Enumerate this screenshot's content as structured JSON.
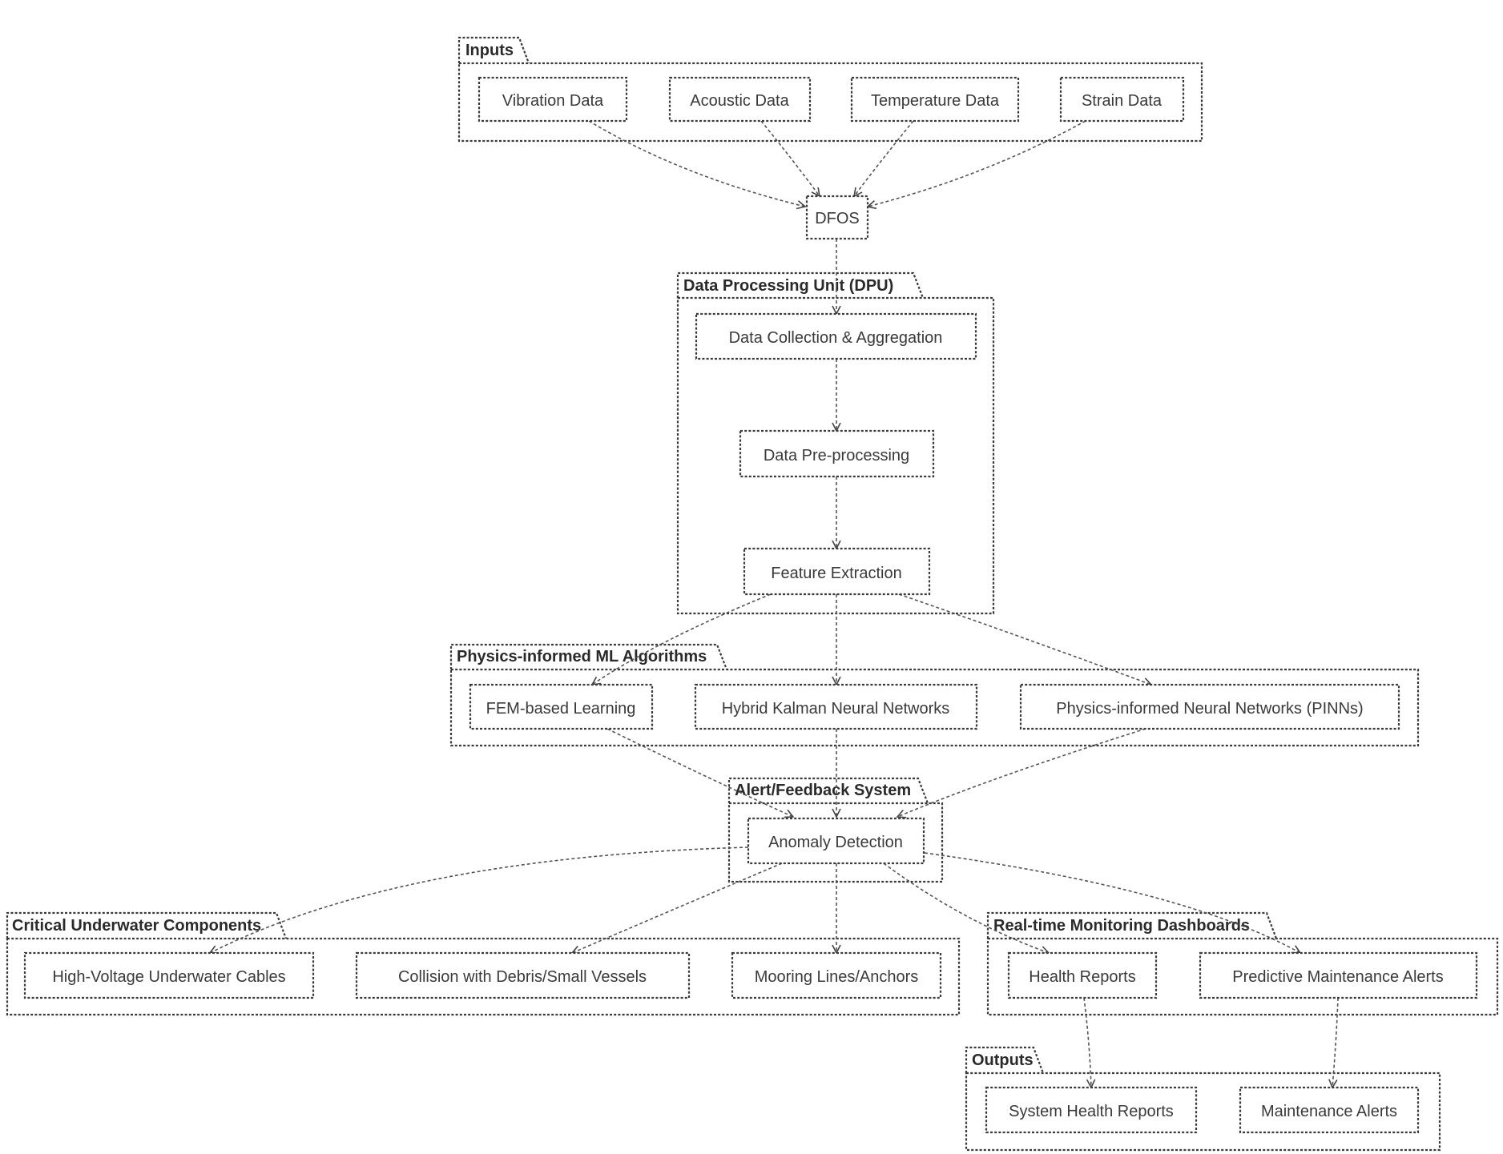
{
  "packages": {
    "inputs": "Inputs",
    "dpu": "Data Processing Unit (DPU)",
    "piml": "Physics-informed ML Algorithms",
    "alert": "Alert/Feedback System",
    "critical": "Critical Underwater Components",
    "dashboards": "Real-time Monitoring Dashboards",
    "outputs": "Outputs"
  },
  "nodes": {
    "vibration": "Vibration Data",
    "acoustic": "Acoustic Data",
    "temperature": "Temperature Data",
    "strain": "Strain Data",
    "dfos": "DFOS",
    "collection": "Data Collection & Aggregation",
    "preprocessing": "Data Pre-processing",
    "feature": "Feature Extraction",
    "fem": "FEM-based Learning",
    "kalman": "Hybrid Kalman Neural Networks",
    "pinn": "Physics-informed Neural Networks (PINNs)",
    "anomaly": "Anomaly Detection",
    "cables": "High-Voltage Underwater Cables",
    "collision": "Collision with Debris/Small Vessels",
    "mooring": "Mooring Lines/Anchors",
    "health": "Health Reports",
    "predictive": "Predictive Maintenance Alerts",
    "system_health": "System Health Reports",
    "maint_alerts": "Maintenance Alerts"
  },
  "colors": {
    "stroke": "#3a3a3a",
    "edge": "#555555",
    "background": "#ffffff"
  }
}
